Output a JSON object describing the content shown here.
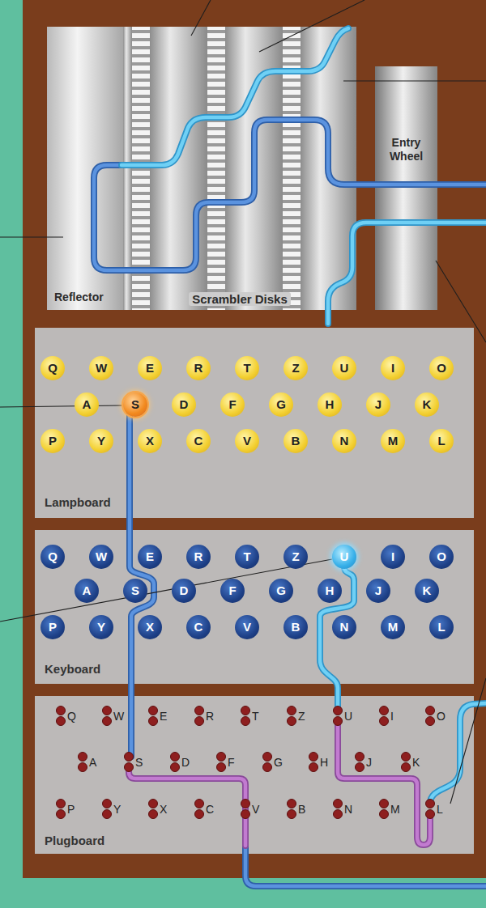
{
  "diagram": {
    "nodes": [
      {
        "text": [
          "Reflector"
        ]
      },
      {
        "text": [
          "Scrambler Disks"
        ]
      },
      {
        "text": [
          "Entry Wheel"
        ]
      },
      {
        "text": [
          "Lampboard"
        ]
      },
      {
        "text": [
          "Q"
        ],
        "in": 3
      },
      {
        "text": [
          "W"
        ],
        "in": 3
      },
      {
        "text": [
          "E"
        ],
        "in": 3
      },
      {
        "text": [
          "R"
        ],
        "in": 3
      },
      {
        "text": [
          "T"
        ],
        "in": 3
      },
      {
        "text": [
          "Z"
        ],
        "in": 3
      },
      {
        "text": [
          "U"
        ],
        "in": 3
      },
      {
        "text": [
          "I"
        ],
        "in": 3
      },
      {
        "text": [
          "O"
        ],
        "in": 3
      },
      {
        "text": [
          "A"
        ],
        "in": 3
      },
      {
        "text": [
          "S"
        ],
        "in": 3
      },
      {
        "text": [
          "D"
        ],
        "in": 3
      },
      {
        "text": [
          "F"
        ],
        "in": 3
      },
      {
        "text": [
          "G"
        ],
        "in": 3
      },
      {
        "text": [
          "H"
        ],
        "in": 3
      },
      {
        "text": [
          "J"
        ],
        "in": 3
      },
      {
        "text": [
          "K"
        ],
        "in": 3
      },
      {
        "text": [
          "P"
        ],
        "in": 3
      },
      {
        "text": [
          "Y"
        ],
        "in": 3
      },
      {
        "text": [
          "X"
        ],
        "in": 3
      },
      {
        "text": [
          "C"
        ],
        "in": 3
      },
      {
        "text": [
          "V"
        ],
        "in": 3
      },
      {
        "text": [
          "B"
        ],
        "in": 3
      },
      {
        "text": [
          "N"
        ],
        "in": 3
      },
      {
        "text": [
          "M"
        ],
        "in": 3
      },
      {
        "text": [
          "L"
        ],
        "in": 3
      },
      {
        "text": [
          "Keyboard"
        ]
      },
      {
        "text": [
          "Q"
        ],
        "in": 30
      },
      {
        "text": [
          "W"
        ],
        "in": 30
      },
      {
        "text": [
          "E"
        ],
        "in": 30
      },
      {
        "text": [
          "R"
        ],
        "in": 30
      },
      {
        "text": [
          "T"
        ],
        "in": 30
      },
      {
        "text": [
          "Z"
        ],
        "in": 30
      },
      {
        "text": [
          "U"
        ],
        "in": 30
      },
      {
        "text": [
          "I"
        ],
        "in": 30
      },
      {
        "text": [
          "O"
        ],
        "in": 30
      },
      {
        "text": [
          "A"
        ],
        "in": 30
      },
      {
        "text": [
          "S"
        ],
        "in": 30
      },
      {
        "text": [
          "D"
        ],
        "in": 30
      },
      {
        "text": [
          "F"
        ],
        "in": 30
      },
      {
        "text": [
          "G"
        ],
        "in": 30
      },
      {
        "text": [
          "H"
        ],
        "in": 30
      },
      {
        "text": [
          "J"
        ],
        "in": 30
      },
      {
        "text": [
          "K"
        ],
        "in": 30
      },
      {
        "text": [
          "P"
        ],
        "in": 30
      },
      {
        "text": [
          "Y"
        ],
        "in": 30
      },
      {
        "text": [
          "X"
        ],
        "in": 30
      },
      {
        "text": [
          "C"
        ],
        "in": 30
      },
      {
        "text": [
          "V"
        ],
        "in": 30
      },
      {
        "text": [
          "B"
        ],
        "in": 30
      },
      {
        "text": [
          "N"
        ],
        "in": 30
      },
      {
        "text": [
          "M"
        ],
        "in": 30
      },
      {
        "text": [
          "L"
        ],
        "in": 30
      },
      {
        "text": [
          "Plugboard"
        ]
      }
    ],
    "labels": [
      "Q",
      "W",
      "E",
      "R",
      "T",
      "Z",
      "U",
      "I",
      "O",
      "A",
      "S",
      "D",
      "F",
      "G",
      "H",
      "J",
      "K",
      "P",
      "Y",
      "X",
      "C",
      "V",
      "B",
      "N",
      "M",
      "L"
    ]
  }
}
